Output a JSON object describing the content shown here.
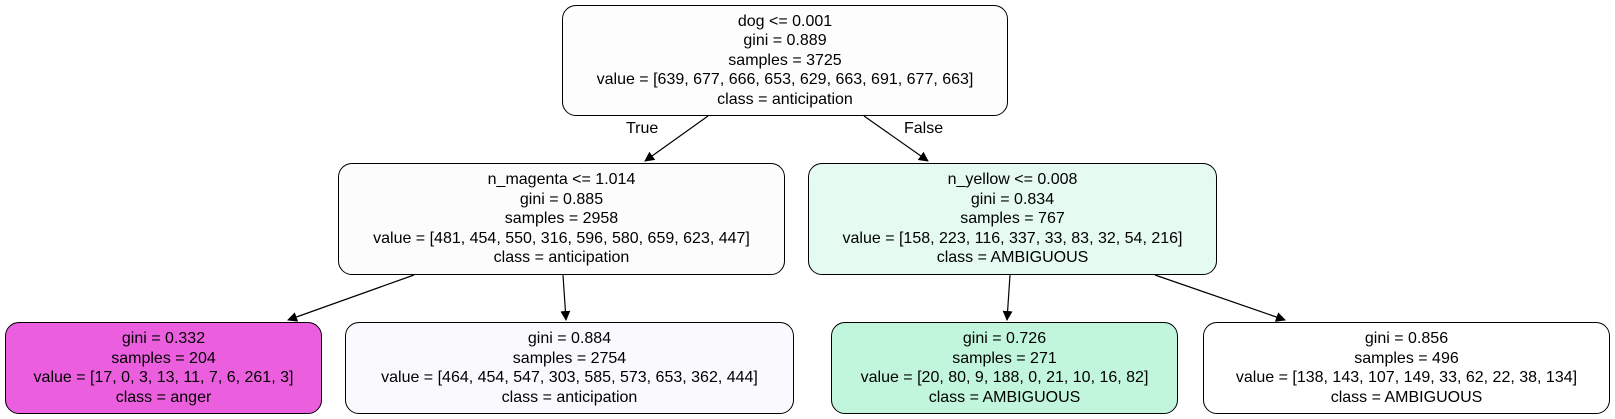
{
  "tree": {
    "root": {
      "lines": [
        "dog <= 0.001",
        "gini = 0.889",
        "samples = 3725",
        "value = [639, 677, 666, 653, 629, 663, 691, 677, 663]",
        "class = anticipation"
      ],
      "fill": "#fdfdfd"
    },
    "left": {
      "lines": [
        "n_magenta <= 1.014",
        "gini = 0.885",
        "samples = 2958",
        "value = [481, 454, 550, 316, 596, 580, 659, 623, 447]",
        "class = anticipation"
      ],
      "fill": "#fcfcfc"
    },
    "right": {
      "lines": [
        "n_yellow <= 0.008",
        "gini = 0.834",
        "samples = 767",
        "value = [158, 223, 116, 337, 33, 83, 32, 54, 216]",
        "class = AMBIGUOUS"
      ],
      "fill": "#e5faf0"
    },
    "left_left": {
      "lines": [
        "gini = 0.332",
        "samples = 204",
        "value = [17, 0, 3, 13, 11, 7, 6, 261, 3]",
        "class = anger"
      ],
      "fill": "#eb5fde"
    },
    "left_right": {
      "lines": [
        "gini = 0.884",
        "samples = 2754",
        "value = [464, 454, 547, 303, 585, 573, 653, 362, 444]",
        "class = anticipation"
      ],
      "fill": "#f9f9fe"
    },
    "right_left": {
      "lines": [
        "gini = 0.726",
        "samples = 271",
        "value = [20, 80, 9, 188, 0, 21, 10, 16, 82]",
        "class = AMBIGUOUS"
      ],
      "fill": "#c1f6dc"
    },
    "right_right": {
      "lines": [
        "gini = 0.856",
        "samples = 496",
        "value = [138, 143, 107, 149, 33, 62, 22, 38, 134]",
        "class = AMBIGUOUS"
      ],
      "fill": "#ffffff"
    }
  },
  "edge_labels": {
    "true": "True",
    "false": "False"
  }
}
